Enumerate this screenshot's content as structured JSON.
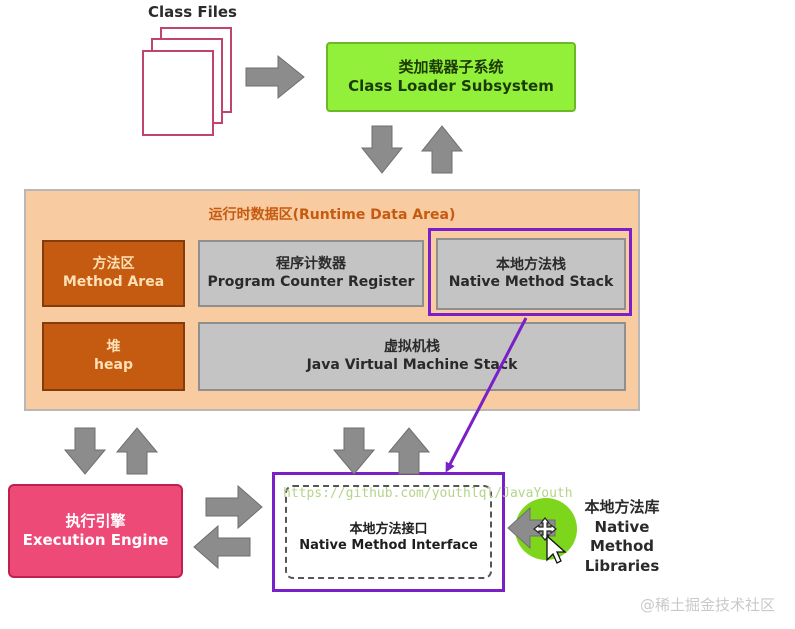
{
  "class_files": {
    "label": "Class Files"
  },
  "class_loader": {
    "title_cn": "类加载器子系统",
    "title_en": "Class Loader Subsystem"
  },
  "runtime_data_area": {
    "title": "运行时数据区(Runtime Data Area)",
    "method_area": {
      "cn": "方法区",
      "en": "Method Area"
    },
    "pc_register": {
      "cn": "程序计数器",
      "en": "Program Counter Register"
    },
    "native_method_stack": {
      "cn": "本地方法栈",
      "en": "Native Method Stack"
    },
    "heap": {
      "cn": "堆",
      "en": "heap"
    },
    "jvm_stack": {
      "cn": "虚拟机栈",
      "en": "Java Virtual Machine Stack"
    }
  },
  "execution_engine": {
    "cn": "执行引擎",
    "en": "Execution Engine"
  },
  "native_interface": {
    "cn": "本地方法接口",
    "en": "Native Method Interface"
  },
  "native_libraries": {
    "cn": "本地方法库",
    "en1": "Native Method",
    "en2": "Libraries"
  },
  "github_watermark": "https://github.com/youthlql/JavaYouth",
  "watermark": "@稀土掘金技术社区",
  "colors": {
    "arrow_gray": "#8c8c8c",
    "purple": "#7b1fc8",
    "class_loader_green": "#92f03a",
    "runtime_bg": "#f8cba0",
    "method_area_orange": "#c55a11",
    "execution_engine_pink": "#ee4a78",
    "library_green": "#7dd61c"
  },
  "icons": [
    "cursor-icon",
    "move-cursor-icon"
  ]
}
